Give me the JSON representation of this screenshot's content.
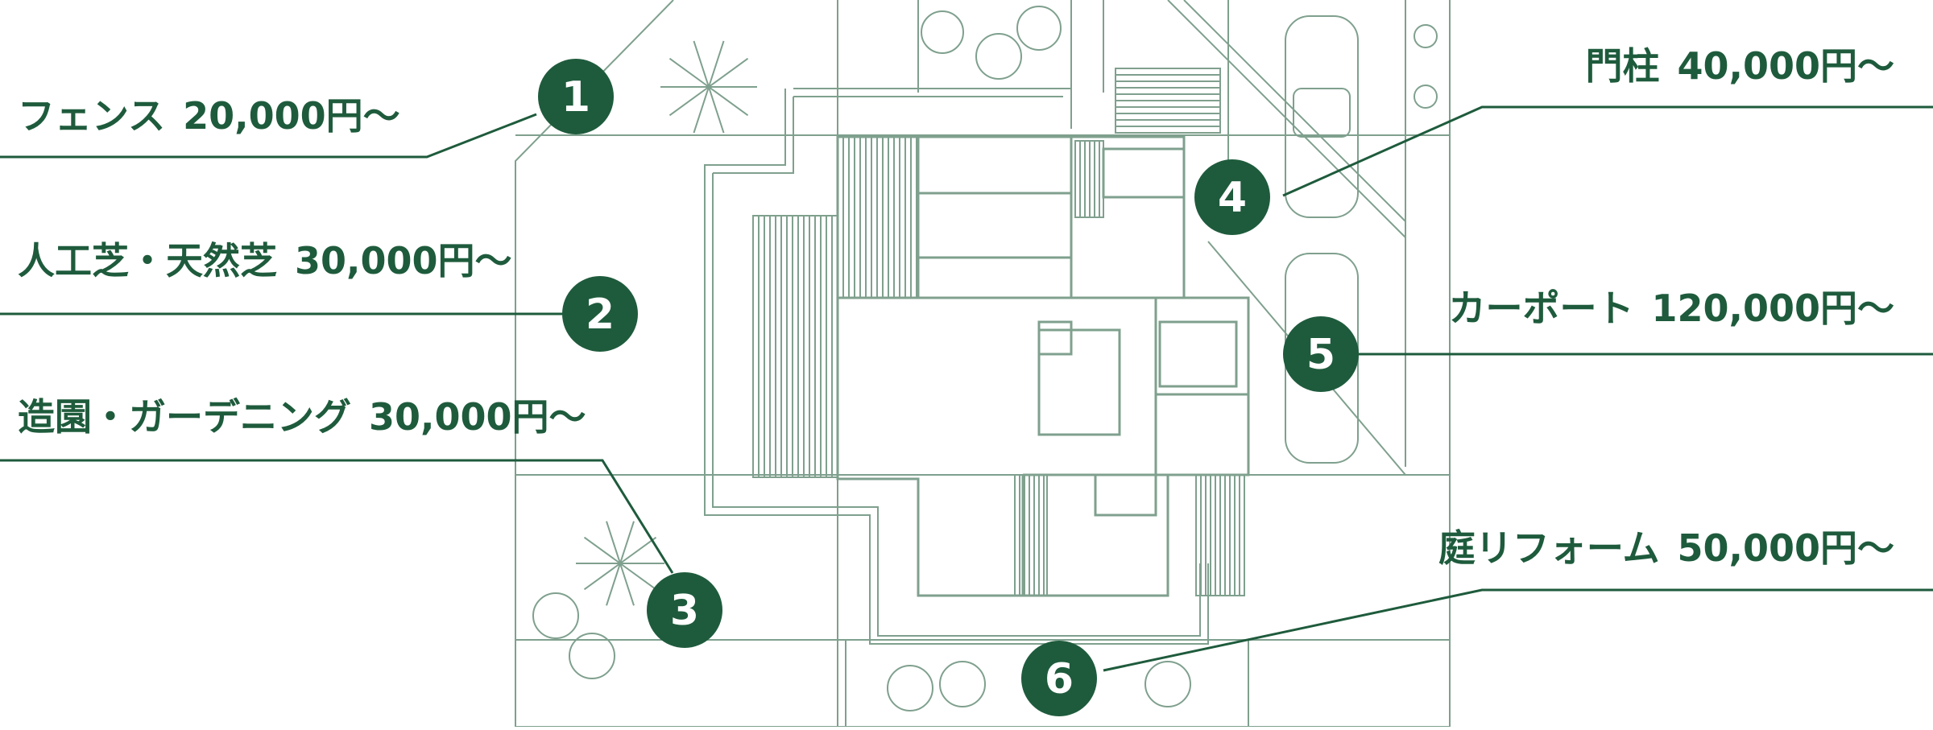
{
  "colors": {
    "accent": "#1e5b3c",
    "plan_line": "#7fa08e",
    "badge_text": "#ffffff",
    "background": "#ffffff"
  },
  "items": [
    {
      "number": "1",
      "name": "フェンス",
      "price": "20,000円〜"
    },
    {
      "number": "2",
      "name": "人工芝・天然芝",
      "price": "30,000円〜"
    },
    {
      "number": "3",
      "name": "造園・ガーデニング",
      "price": "30,000円〜"
    },
    {
      "number": "4",
      "name": "門柱",
      "price": "40,000円〜"
    },
    {
      "number": "5",
      "name": "カーポート",
      "price": "120,000円〜"
    },
    {
      "number": "6",
      "name": "庭リフォーム",
      "price": "50,000円〜"
    }
  ]
}
